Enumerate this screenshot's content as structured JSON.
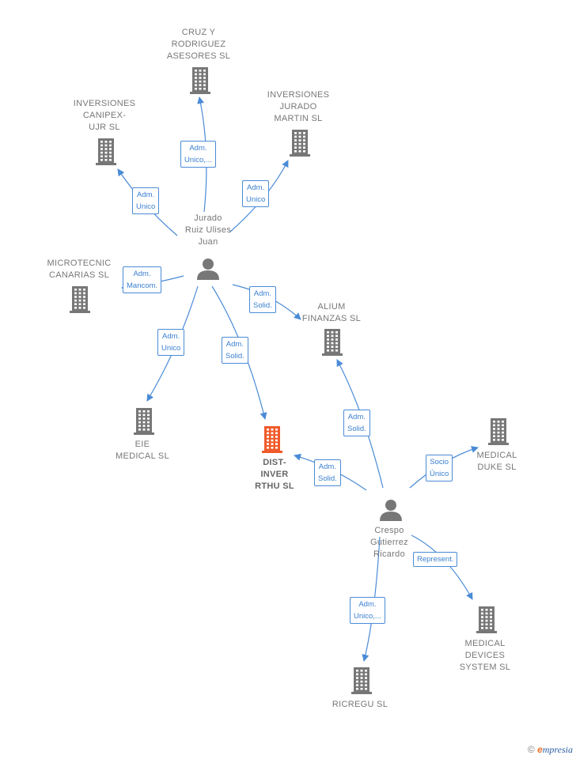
{
  "colors": {
    "edge": "#4a8bd6",
    "node_gray": "#777777",
    "node_focus": "#f05a2a"
  },
  "nodes": {
    "jurado": {
      "label": "Jurado\nRuiz Ulises\nJuan",
      "type": "person"
    },
    "crespo": {
      "label": "Crespo\nGutierrez\nRicardo",
      "type": "person"
    },
    "cruz": {
      "label": "CRUZ Y\nRODRIGUEZ\nASESORES SL",
      "type": "company"
    },
    "canipex": {
      "label": "INVERSIONES\nCANIPEX-\nUJR SL",
      "type": "company"
    },
    "jurado_martin": {
      "label": "INVERSIONES\nJURADO\nMARTIN  SL",
      "type": "company"
    },
    "microtecnic": {
      "label": "MICROTECNIC\nCANARIAS  SL",
      "type": "company"
    },
    "alium": {
      "label": "ALIUM\nFINANZAS  SL",
      "type": "company"
    },
    "eie": {
      "label": "EIE\nMEDICAL  SL",
      "type": "company"
    },
    "dist": {
      "label": "DIST-\nINVER\nRTHU  SL",
      "type": "company-focus"
    },
    "medical_duke": {
      "label": "MEDICAL\nDUKE SL",
      "type": "company"
    },
    "medical_devices": {
      "label": "MEDICAL\nDEVICES\nSYSTEM  SL",
      "type": "company"
    },
    "ricregu": {
      "label": "RICREGU  SL",
      "type": "company"
    }
  },
  "edges": [
    {
      "from": "jurado",
      "to": "cruz",
      "label": "Adm.\nUnico,..."
    },
    {
      "from": "jurado",
      "to": "canipex",
      "label": "Adm.\nUnico"
    },
    {
      "from": "jurado",
      "to": "jurado_martin",
      "label": "Adm.\nUnico"
    },
    {
      "from": "jurado",
      "to": "microtecnic",
      "label": "Adm.\nMancom."
    },
    {
      "from": "jurado",
      "to": "alium",
      "label": "Adm.\nSolid."
    },
    {
      "from": "jurado",
      "to": "eie",
      "label": "Adm.\nUnico"
    },
    {
      "from": "jurado",
      "to": "dist",
      "label": "Adm.\nSolid."
    },
    {
      "from": "crespo",
      "to": "alium",
      "label": "Adm.\nSolid."
    },
    {
      "from": "crespo",
      "to": "dist",
      "label": "Adm.\nSolid."
    },
    {
      "from": "crespo",
      "to": "medical_duke",
      "label": "Socio\nÚnico"
    },
    {
      "from": "crespo",
      "to": "medical_devices",
      "label": "Represent."
    },
    {
      "from": "crespo",
      "to": "ricregu",
      "label": "Adm.\nUnico,..."
    }
  ],
  "footer": {
    "copyright_symbol": "©",
    "brand_initial": "e",
    "brand_rest": "mpresia"
  }
}
